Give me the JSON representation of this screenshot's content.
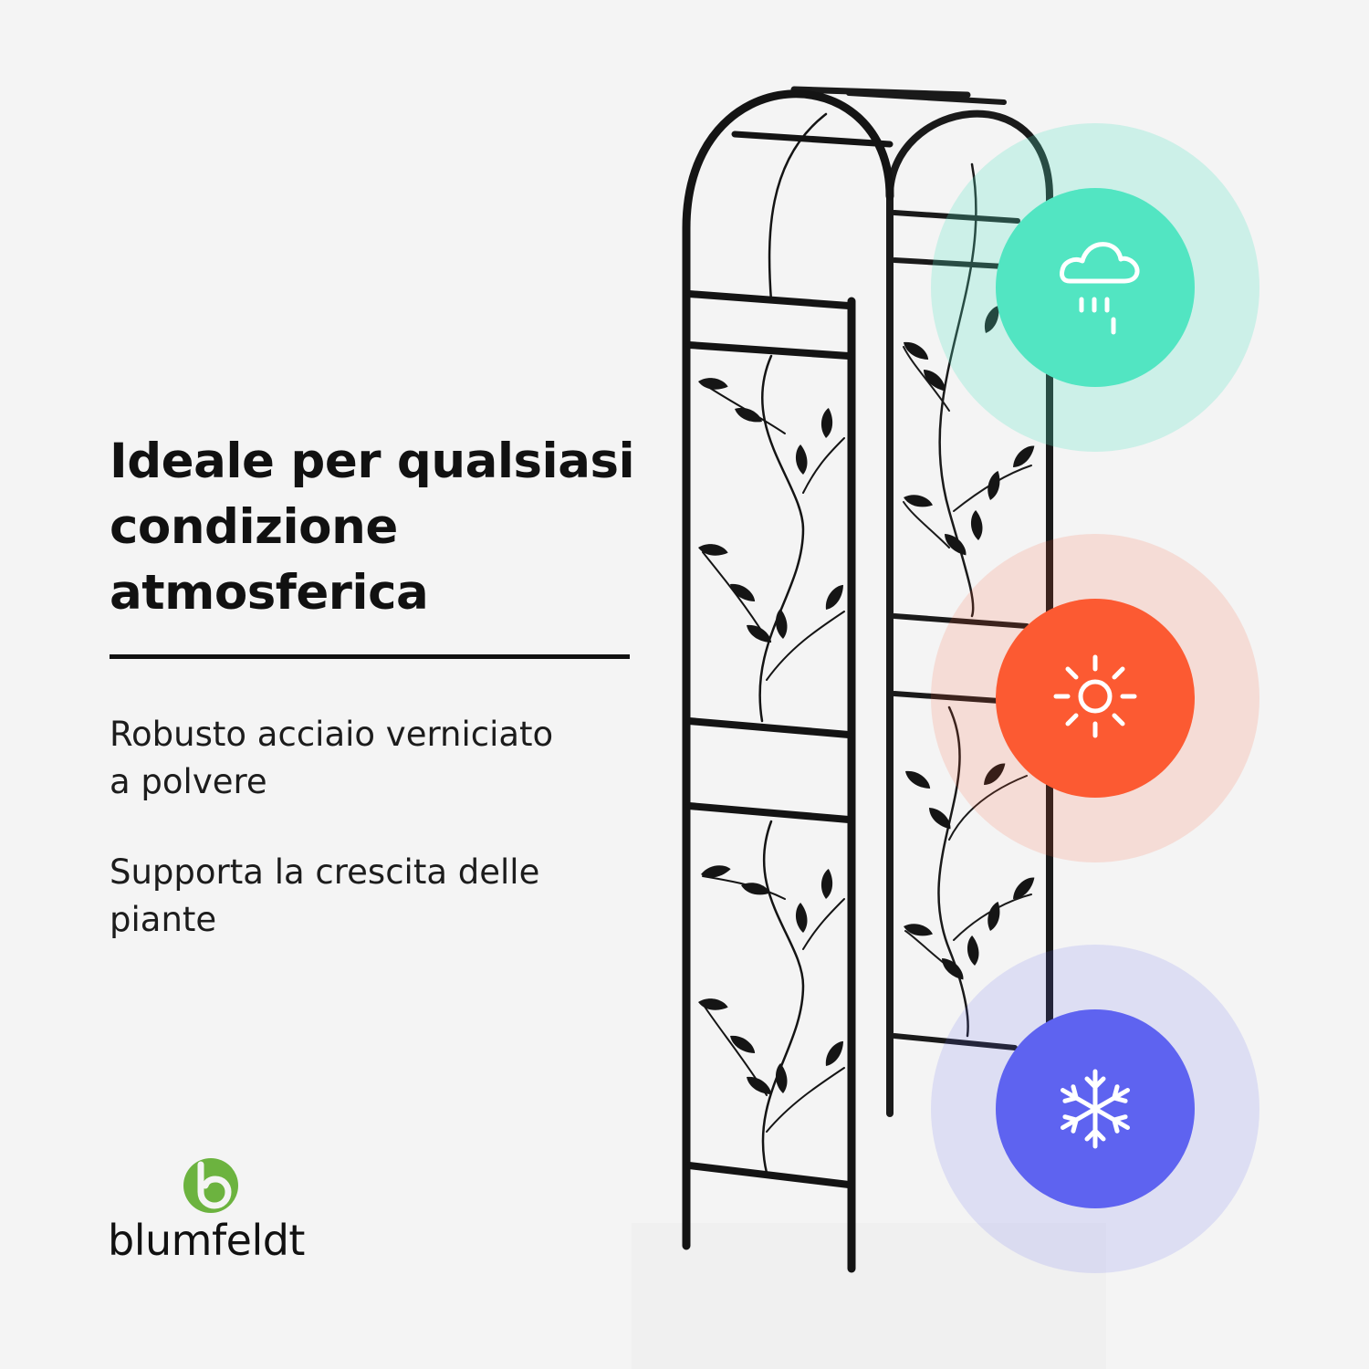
{
  "headline": [
    "Ideale per qualsiasi",
    "condizione",
    "atmosferica"
  ],
  "features": [
    [
      "Robusto acciaio verniciato",
      "a polvere"
    ],
    [
      "Supporta la crescita delle",
      "piante"
    ]
  ],
  "brand": {
    "name": "blumfeldt",
    "logo_color": "#6cb33f"
  },
  "badges": [
    {
      "icon": "rain-cloud-icon",
      "color": "#52e5c2",
      "halo": "#cdf2e6"
    },
    {
      "icon": "sun-icon",
      "color": "#fc5a32",
      "halo": "#f5ddd4"
    },
    {
      "icon": "snowflake-icon",
      "color": "#5e63f0",
      "halo": "#e1e1f5"
    }
  ],
  "product": "black-metal-garden-arch"
}
